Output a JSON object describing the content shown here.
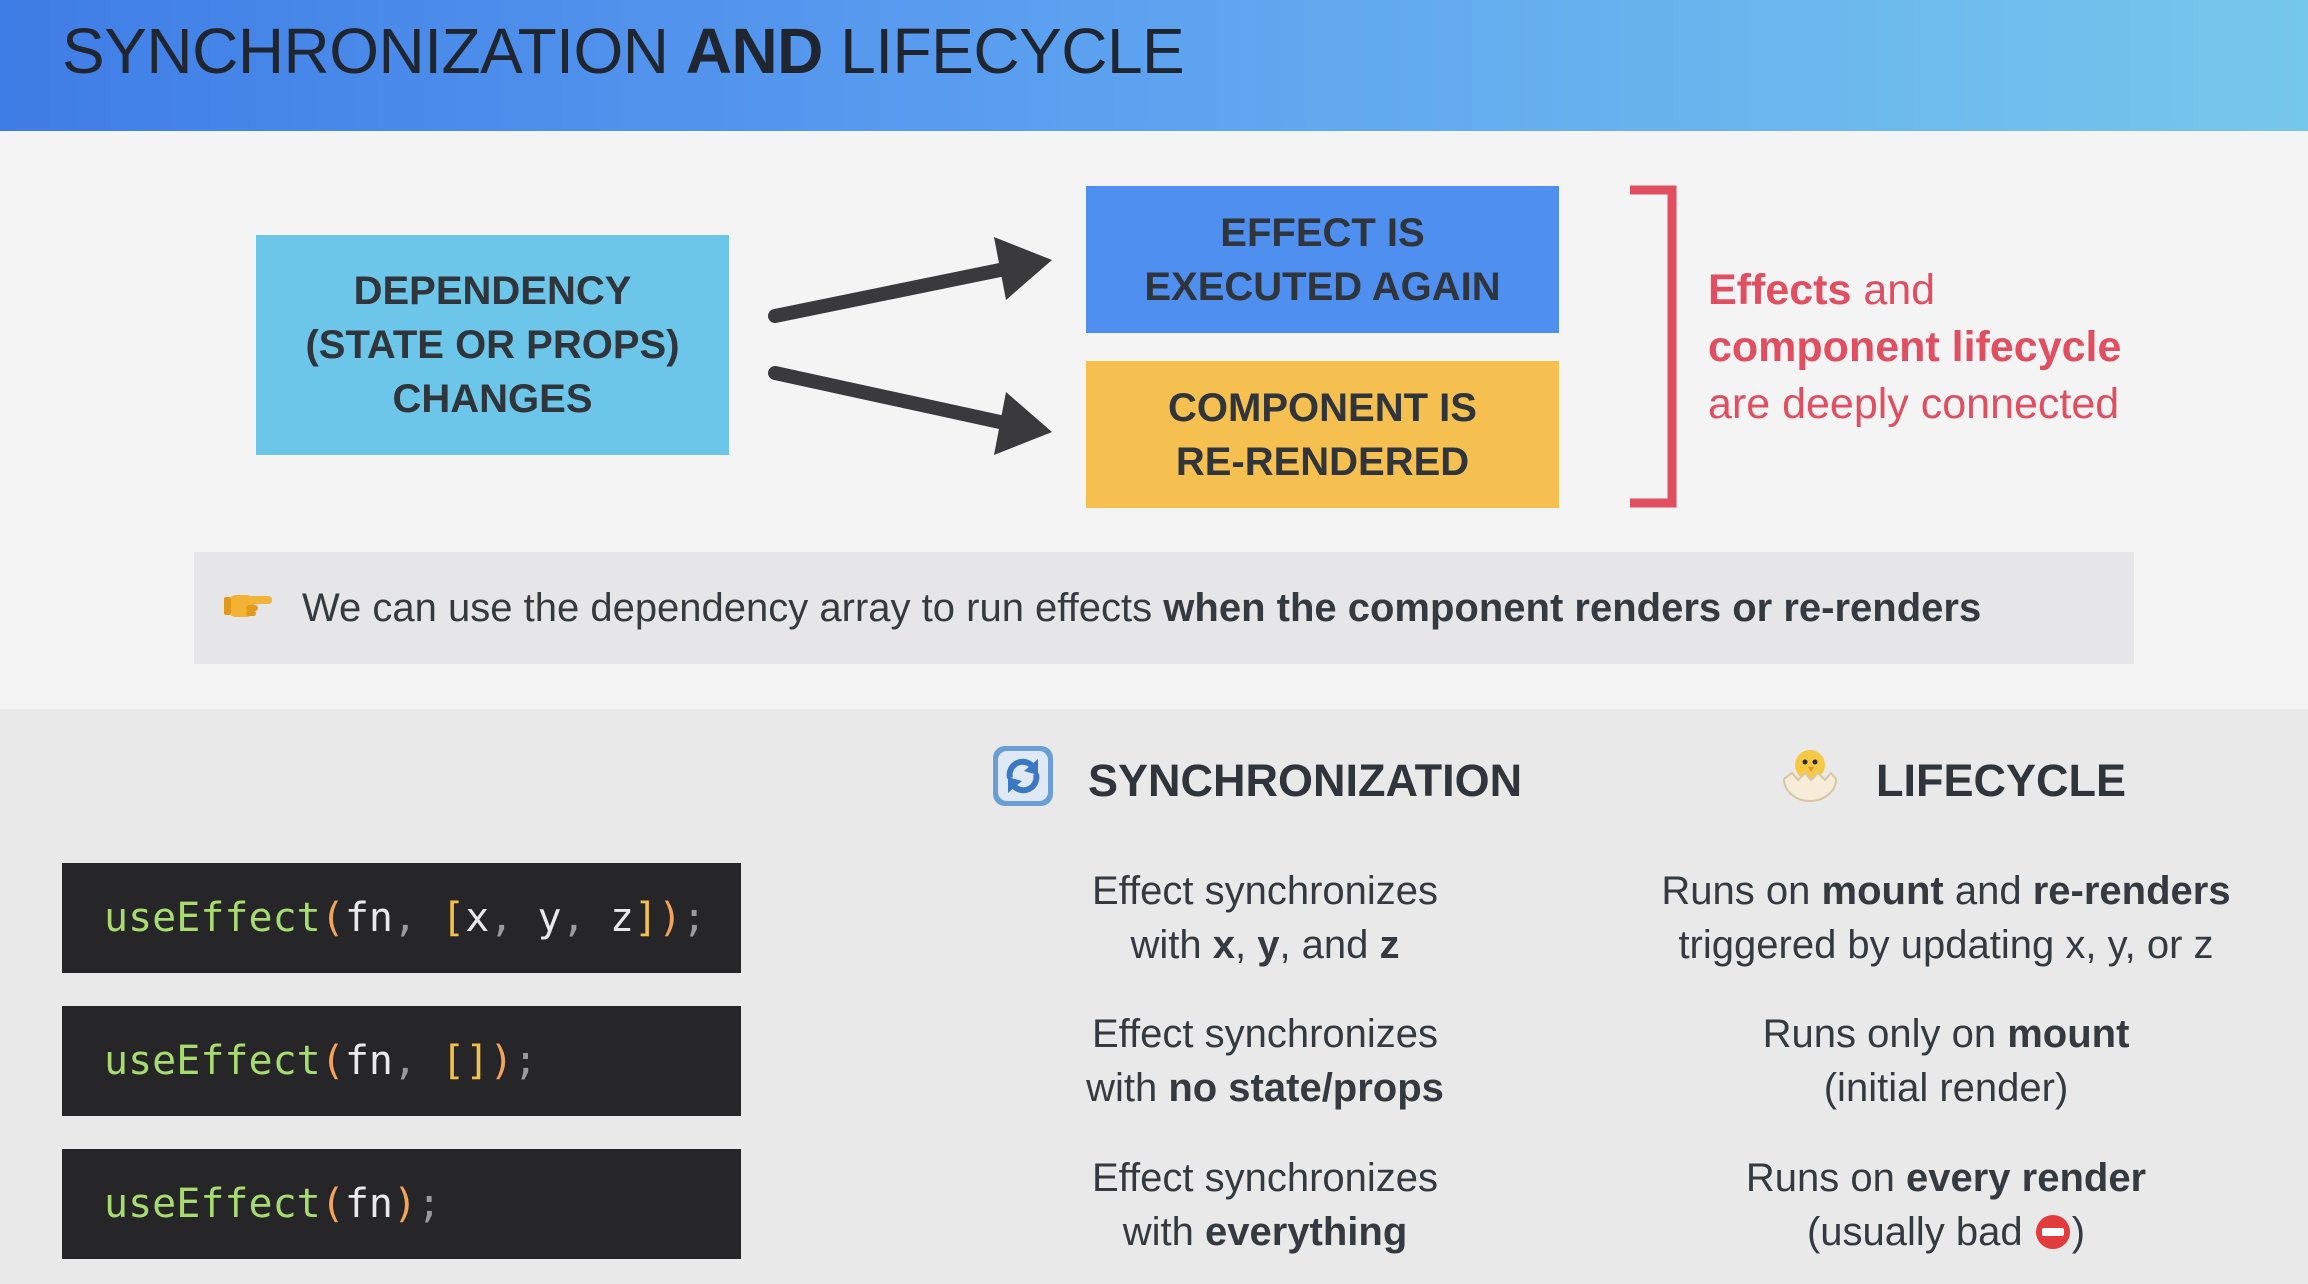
{
  "header": {
    "title_normal_1": "SYNCHRONIZATION ",
    "title_bold": "AND",
    "title_normal_2": " LIFECYCLE"
  },
  "flow": {
    "dependency_lines": [
      "DEPENDENCY",
      "(STATE OR PROPS)",
      "CHANGES"
    ],
    "effect_lines": [
      "EFFECT IS",
      "EXECUTED AGAIN"
    ],
    "component_lines": [
      "COMPONENT IS",
      "RE-RENDERED"
    ]
  },
  "side_note": {
    "line1_bold": "Effects",
    "line1_rest": " and",
    "line2_bold": "component lifecycle",
    "line3": "are deeply connected"
  },
  "tip": {
    "icon": "pointing-hand-icon",
    "text_normal": "We can use the dependency array to run effects ",
    "text_bold": "when the component renders or re-renders"
  },
  "columns": {
    "sync_label": "SYNCHRONIZATION",
    "sync_icon": "sync-arrows-icon",
    "life_label": "LIFECYCLE",
    "life_icon": "hatching-chick-icon"
  },
  "rows": [
    {
      "code": {
        "fn": "useEffect",
        "open": "(",
        "arg": "fn",
        "comma": ", ",
        "br_open": "[",
        "x": "x",
        "c1": ", ",
        "y": "y",
        "c2": ", ",
        "z": "z",
        "br_close": "]",
        "close": ")",
        "semi": ";"
      },
      "sync": {
        "line1": "Effect synchronizes",
        "line2_pre": "with ",
        "x": "x",
        "sep1": ", ",
        "y": "y",
        "sep2": ", and ",
        "z": "z"
      },
      "life": {
        "l1_a": "Runs on ",
        "l1_b": "mount",
        "l1_c": " and ",
        "l1_d": "re-renders",
        "line2": "triggered by updating x, y, or z"
      }
    },
    {
      "code": {
        "fn": "useEffect",
        "open": "(",
        "arg": "fn",
        "comma": ", ",
        "brackets": "[]",
        "close": ")",
        "semi": ";"
      },
      "sync": {
        "line1": "Effect synchronizes",
        "line2_pre": "with ",
        "line2_bold": "no state/props"
      },
      "life": {
        "l1_a": "Runs only on ",
        "l1_b": "mount",
        "line2": "(initial render)"
      }
    },
    {
      "code": {
        "fn": "useEffect",
        "open": "(",
        "arg": "fn",
        "close": ")",
        "semi": ";"
      },
      "sync": {
        "line1": "Effect synchronizes",
        "line2_pre": "with ",
        "line2_bold": "everything"
      },
      "life": {
        "l1_a": "Runs on ",
        "l1_b": "every render",
        "line2_pre": "(usually bad ",
        "line2_post": ")",
        "icon": "no-entry-icon"
      }
    }
  ],
  "colors": {
    "header_start": "#3f7de6",
    "header_end": "#76c7ec",
    "dependency_box": "#6cc6ea",
    "effect_box": "#4f8ff0",
    "component_box": "#f5c04f",
    "accent_red": "#e04e60",
    "code_bg": "#262628"
  }
}
